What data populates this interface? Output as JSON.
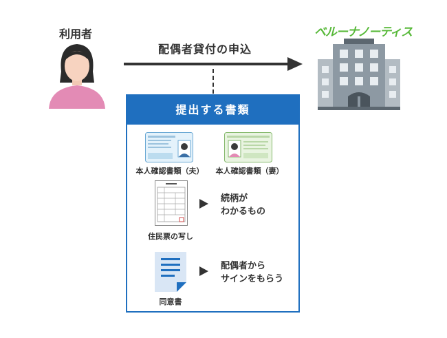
{
  "user": {
    "label": "利用者"
  },
  "company": {
    "brand": "ベルーナノーティス"
  },
  "flow": {
    "label": "配偶者貸付の申込"
  },
  "panel": {
    "title": "提出する書類",
    "documents": [
      {
        "label": "本人確認書類（夫）"
      },
      {
        "label": "本人確認書類（妻）"
      },
      {
        "label": "住民票の写し",
        "note": [
          "続柄が",
          "わかるもの"
        ]
      },
      {
        "label": "同意書",
        "note": [
          "配偶者から",
          "サインをもらう"
        ]
      }
    ]
  },
  "colors": {
    "accent": "#1f6fbf",
    "brand": "#58b93a",
    "person": "#e38bb5",
    "building": "#7f8c96"
  }
}
